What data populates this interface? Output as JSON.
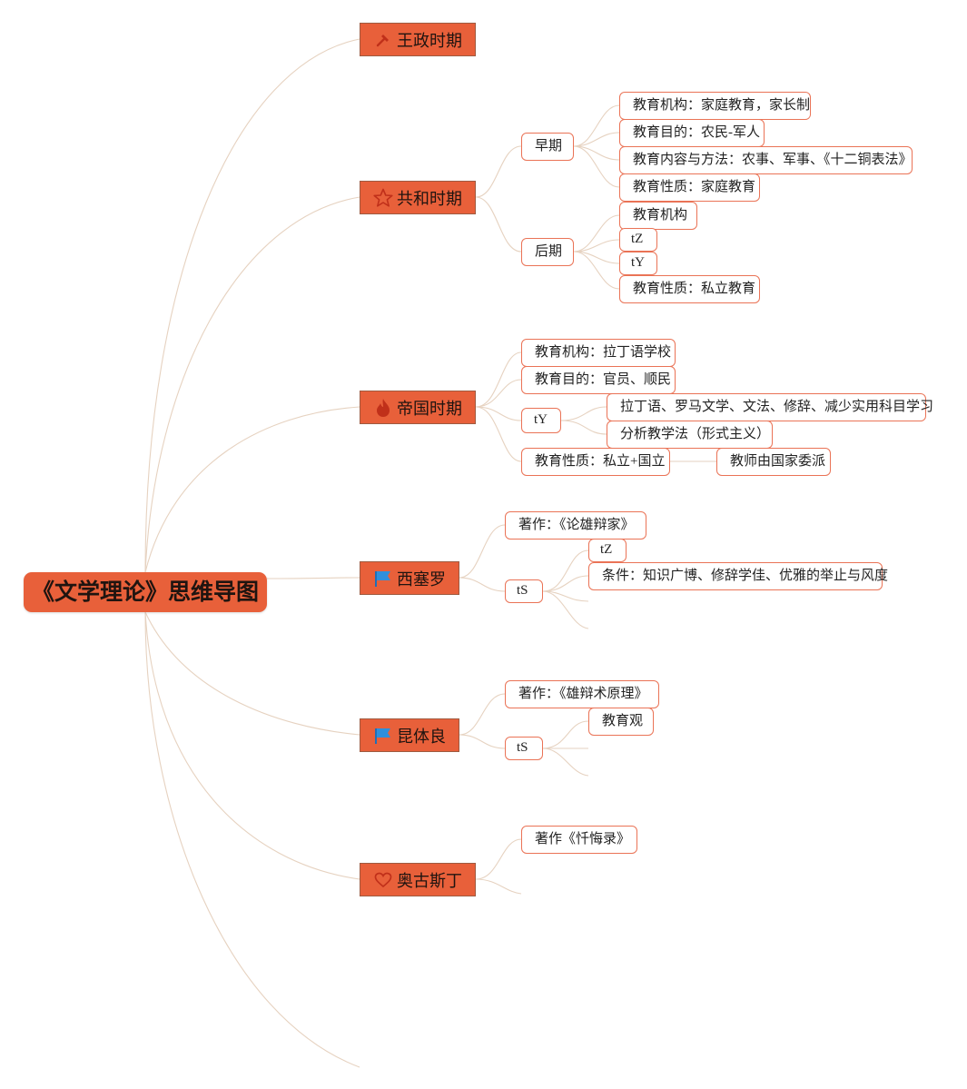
{
  "root": {
    "label": "《文学理论》思维导图"
  },
  "main_topics": {
    "wangzheng": {
      "label": "王政时期",
      "icon": "hammer-icon"
    },
    "gonghe": {
      "label": "共和时期",
      "icon": "star-icon"
    },
    "diguo": {
      "label": "帝国时期",
      "icon": "flame-icon"
    },
    "xisailuo": {
      "label": "西塞罗",
      "icon": "flag-icon"
    },
    "kuntiliang": {
      "label": "昆体良",
      "icon": "flag-icon"
    },
    "aogusiding": {
      "label": "奥古斯丁",
      "icon": "heart-icon"
    }
  },
  "gonghe": {
    "early": {
      "label": "早期",
      "items": [
        "教育机构：家庭教育，家长制",
        "教育目的：农民-军人",
        "教育内容与方法：农事、军事、《十二铜表法》",
        "教育性质：家庭教育"
      ]
    },
    "late": {
      "label": "后期",
      "items": [
        "教育机构",
        "tZ",
        "tY",
        "教育性质：私立教育"
      ]
    }
  },
  "diguo": {
    "institution": "教育机构：拉丁语学校",
    "goal": "教育目的：官员、顺民",
    "ty": {
      "label": "tY",
      "items": [
        "拉丁语、罗马文学、文法、修辞、减少实用科目学习",
        "分析教学法（形式主义）"
      ]
    },
    "nature": {
      "label": "教育性质：私立+国立",
      "child": "教师由国家委派"
    }
  },
  "xisailuo": {
    "work": "著作：《论雄辩家》",
    "ts": {
      "label": "tS",
      "items": [
        "tZ",
        "条件：知识广博、修辞学佳、优雅的举止与风度"
      ]
    }
  },
  "kuntiliang": {
    "work": "著作：《雄辩术原理》",
    "ts": {
      "label": "tS",
      "items": [
        "教育观"
      ]
    }
  },
  "aogusiding": {
    "work": "著作《忏悔录》"
  },
  "colors": {
    "topic_fill": "#e8603a",
    "leaf_border": "#ea7356",
    "connector": "#e6d2c0"
  }
}
